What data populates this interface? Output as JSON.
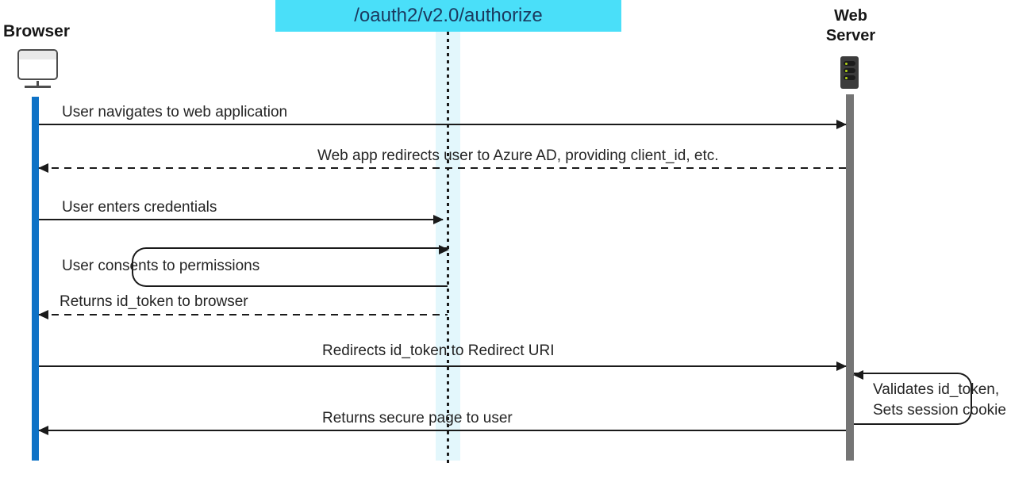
{
  "actors": {
    "browser": {
      "label": "Browser"
    },
    "authorize_endpoint": {
      "label": "/oauth2/v2.0/authorize"
    },
    "web_server": {
      "label": "Web Server"
    }
  },
  "messages": [
    {
      "id": 1,
      "from": "Browser",
      "to": "Web Server",
      "style": "solid",
      "label": "User navigates to web application"
    },
    {
      "id": 2,
      "from": "Web Server",
      "to": "Browser",
      "style": "dashed",
      "label": "Web app redirects user to Azure AD, providing client_id, etc."
    },
    {
      "id": 3,
      "from": "Browser",
      "to": "/oauth2/v2.0/authorize",
      "style": "solid",
      "label": "User enters credentials"
    },
    {
      "id": 4,
      "from": "/oauth2/v2.0/authorize",
      "to": "/oauth2/v2.0/authorize",
      "style": "self-loop",
      "label": "User consents to permissions"
    },
    {
      "id": 5,
      "from": "/oauth2/v2.0/authorize",
      "to": "Browser",
      "style": "dashed",
      "label": "Returns id_token to browser"
    },
    {
      "id": 6,
      "from": "Browser",
      "to": "Web Server",
      "style": "solid",
      "label": "Redirects id_token to Redirect URI"
    },
    {
      "id": 7,
      "from": "Web Server",
      "to": "Web Server",
      "style": "self-loop",
      "label_line1": "Validates id_token,",
      "label_line2": "Sets session cookie"
    },
    {
      "id": 8,
      "from": "Web Server",
      "to": "Browser",
      "style": "solid",
      "label": "Returns secure page to user"
    }
  ],
  "colors": {
    "endpoint_box": "#4adff9",
    "endpoint_text": "#1b3a5f",
    "endpoint_band": "#e3f7fc",
    "browser_lifeline": "#0e72c6",
    "server_lifeline": "#757575",
    "arrow_line": "#1a1a1a",
    "server_led": "#b5d718"
  }
}
